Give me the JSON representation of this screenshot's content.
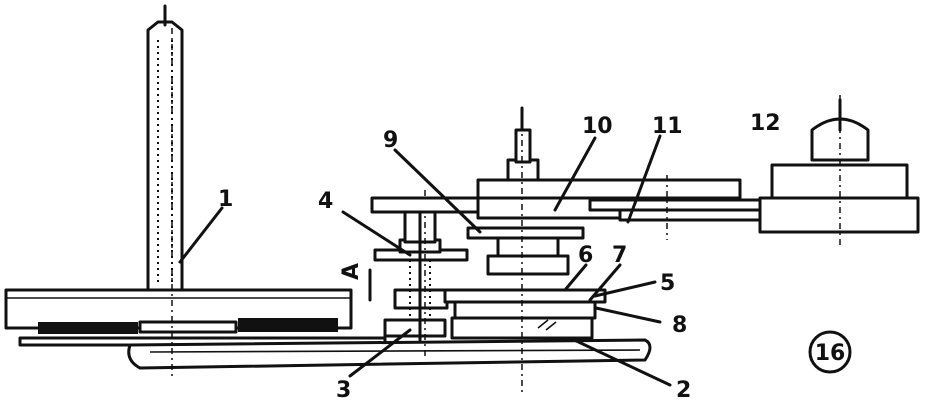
{
  "labels": {
    "l1": "1",
    "l2": "2",
    "l3": "3",
    "l4": "4",
    "l5": "5",
    "l6": "6",
    "l7": "7",
    "l8": "8",
    "l9": "9",
    "l10": "10",
    "l11": "11",
    "l12": "12",
    "lA": "A"
  },
  "figure_number": "16"
}
